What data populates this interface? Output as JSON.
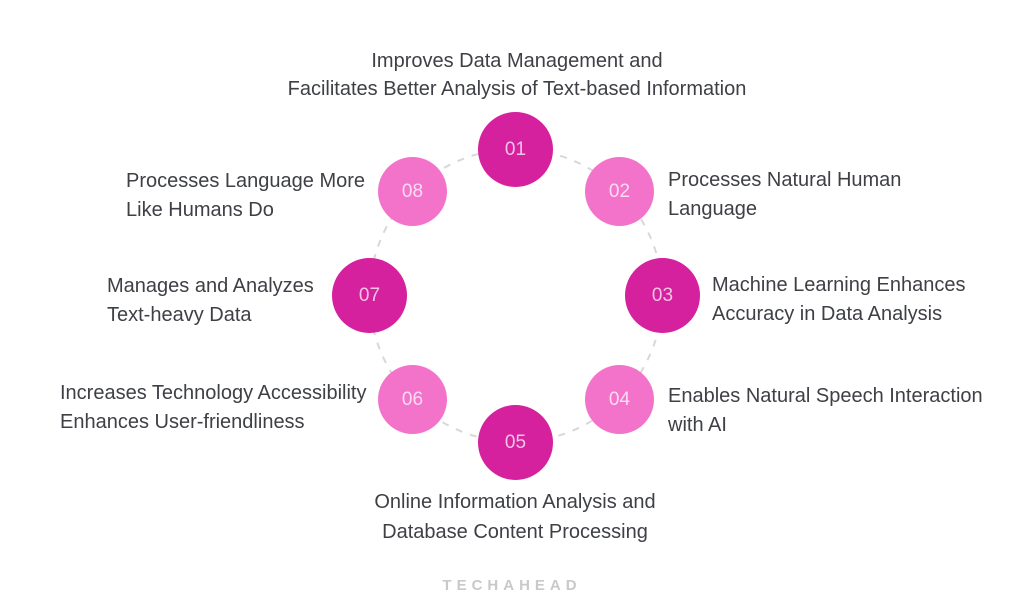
{
  "colors": {
    "bg": "#ffffff",
    "dark_circle": "#d6219e",
    "light_circle": "#f373ca",
    "number_on_dark": "#f0c4e3",
    "number_on_light": "#fbdcf2",
    "label_text": "#3e4045",
    "ring": "#d8d8d8",
    "logo": "#c9c9c9"
  },
  "diagram": {
    "type": "circular-cycle",
    "nodes": [
      {
        "number": "01",
        "variant": "dark",
        "label_position": "top",
        "label_line1": "Improves Data Management and",
        "label_line2": "Facilitates Better Analysis of Text-based Information"
      },
      {
        "number": "02",
        "variant": "light",
        "label_position": "right",
        "label_line1": "Processes Natural Human",
        "label_line2": "Language"
      },
      {
        "number": "03",
        "variant": "dark",
        "label_position": "right",
        "label_line1": "Machine Learning Enhances",
        "label_line2": "Accuracy in Data Analysis"
      },
      {
        "number": "04",
        "variant": "light",
        "label_position": "right",
        "label_line1": "Enables Natural Speech Interaction",
        "label_line2": "with AI"
      },
      {
        "number": "05",
        "variant": "dark",
        "label_position": "bottom",
        "label_line1": "Online Information Analysis and",
        "label_line2": "Database Content Processing"
      },
      {
        "number": "06",
        "variant": "light",
        "label_position": "left",
        "label_line1": "Increases Technology Accessibility",
        "label_line2": "Enhances User-friendliness"
      },
      {
        "number": "07",
        "variant": "dark",
        "label_position": "left",
        "label_line1": "Manages and Analyzes",
        "label_line2": "Text-heavy Data"
      },
      {
        "number": "08",
        "variant": "light",
        "label_position": "left",
        "label_line1": "Processes Language More",
        "label_line2": "Like Humans Do"
      }
    ]
  },
  "footer": {
    "brand": "TECHAHEAD"
  }
}
